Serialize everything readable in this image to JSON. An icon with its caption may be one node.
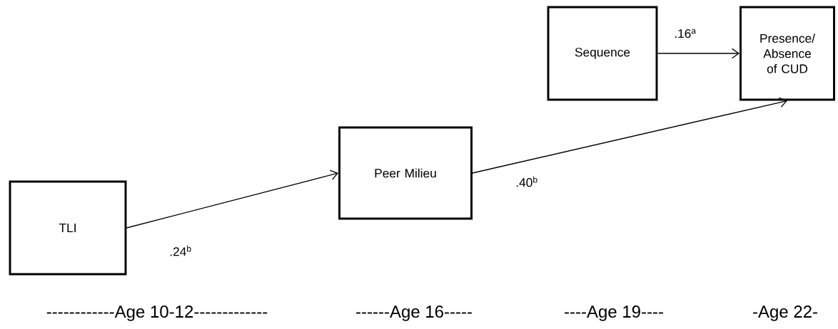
{
  "diagram": {
    "nodes": [
      {
        "text": [
          "TLI"
        ]
      },
      {
        "text": [
          "Peer Milieu"
        ]
      },
      {
        "text": [
          "Sequence"
        ]
      },
      {
        "text": [
          "Presence/ Absence of CUD"
        ]
      }
    ],
    "edges": [
      {
        "from": 0,
        "to": 1,
        "arrow": "to",
        "label": ".24$^{b}$"
      },
      {
        "from": 1,
        "to": 3,
        "arrow": "to",
        "label": ".40$^{b}$"
      },
      {
        "from": 2,
        "to": 3,
        "arrow": "to",
        "label": ".16$^{a}$"
      }
    ],
    "labels": [
      "------------Age 10-12-------------",
      "------Age 16-----",
      "----Age 19----",
      "-Age 22-"
    ]
  }
}
